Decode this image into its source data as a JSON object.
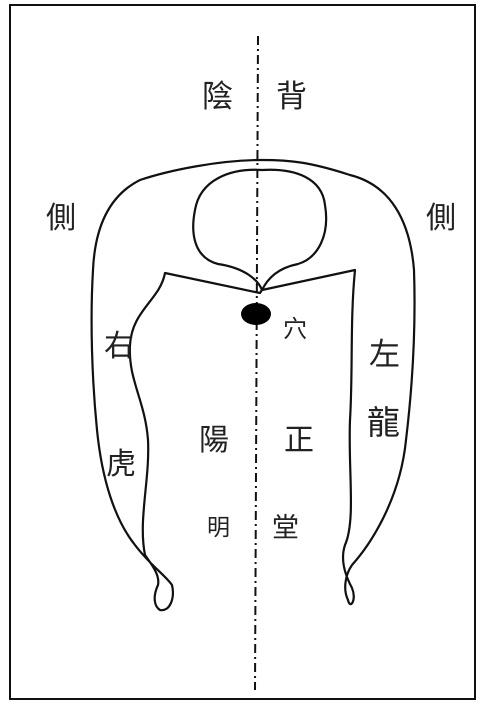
{
  "diagram": {
    "labels": {
      "yin": "陰",
      "back": "背",
      "side_left": "側",
      "side_right": "側",
      "you": "右",
      "hu": "虎",
      "zuo": "左",
      "long": "龍",
      "xue": "穴",
      "yang": "陽",
      "zheng": "正",
      "ming": "明",
      "tang": "堂"
    },
    "colors": {
      "line": "#111111",
      "text": "#222222",
      "background": "#ffffff"
    }
  }
}
